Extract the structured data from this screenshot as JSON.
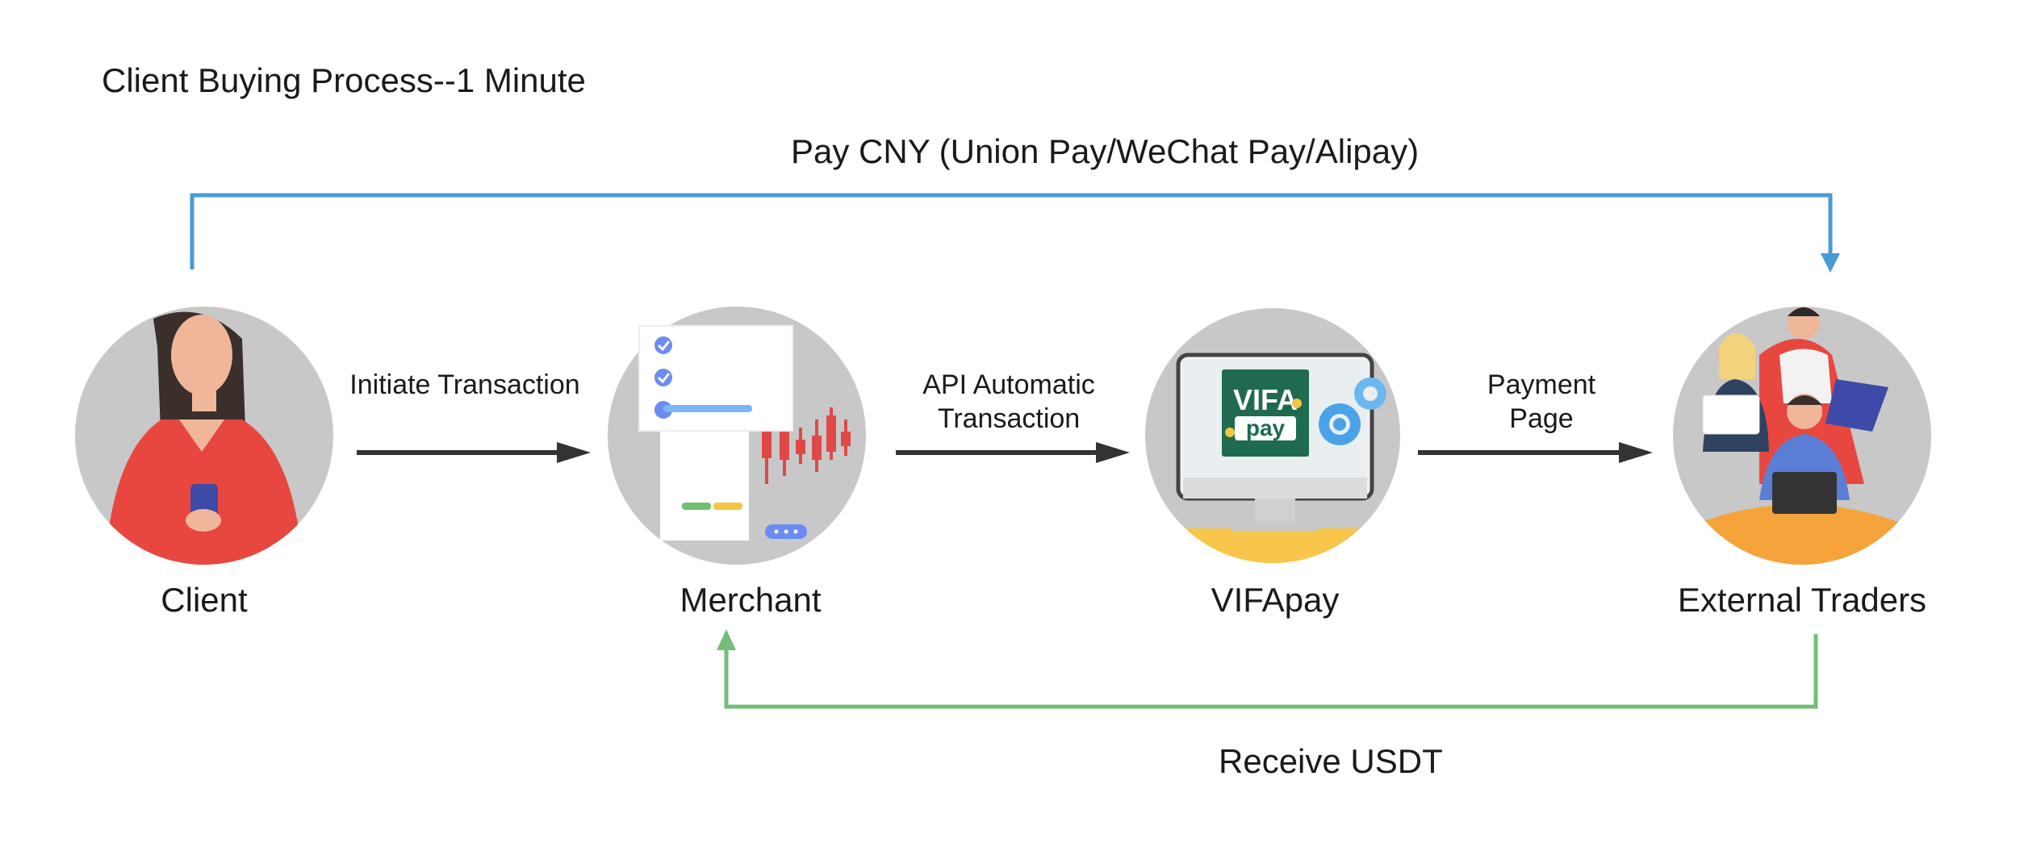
{
  "title": "Client Buying Process--1 Minute",
  "top_flow": {
    "label": "Pay CNY (Union Pay/WeChat Pay/Alipay)",
    "color": "#4a9ad4"
  },
  "bottom_flow": {
    "label": "Receive USDT",
    "color": "#72be7a"
  },
  "nodes": {
    "client": {
      "label": "Client",
      "icon": "woman-with-phone-icon"
    },
    "merchant": {
      "label": "Merchant",
      "icon": "trading-dashboard-icon"
    },
    "vifapay": {
      "label": "VIFApay",
      "logo_top": "VIFA",
      "logo_bottom": "pay",
      "icon": "computer-monitor-icon"
    },
    "traders": {
      "label": "External Traders",
      "icon": "traders-group-icon"
    }
  },
  "edges": {
    "e1": {
      "line1": "Initiate Transaction"
    },
    "e2": {
      "line1": "API Automatic",
      "line2": "Transaction"
    },
    "e3": {
      "line1": "Payment",
      "line2": "Page"
    }
  },
  "colors": {
    "circle": "#c8c8c8",
    "arrow": "#333333",
    "client_shirt": "#e8473f",
    "logo_bg": "#1f6b4f",
    "gear": "#4aa3e8",
    "desk": "#f7c64a",
    "trader_orange": "#f5a43b"
  }
}
